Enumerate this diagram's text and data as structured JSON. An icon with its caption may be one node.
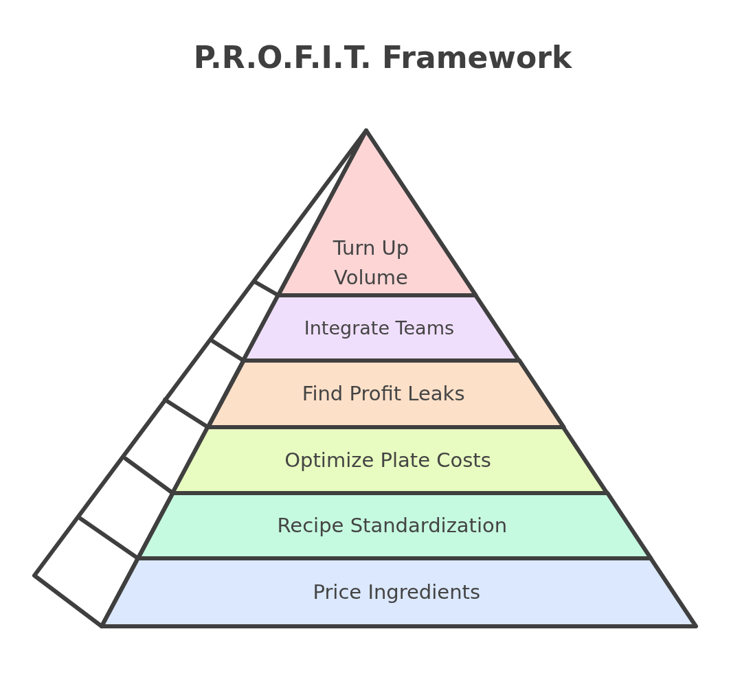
{
  "diagram": {
    "title": "P.R.O.F.I.T. Framework",
    "nodes": [
      {
        "text": [
          "Turn Up Volume"
        ]
      },
      {
        "text": [
          "Integrate Teams"
        ]
      },
      {
        "text": [
          "Find Profit Leaks"
        ]
      },
      {
        "text": [
          "Optimize Plate Costs"
        ]
      },
      {
        "text": [
          "Recipe Standardization"
        ]
      },
      {
        "text": [
          "Price Ingredients"
        ]
      }
    ]
  }
}
